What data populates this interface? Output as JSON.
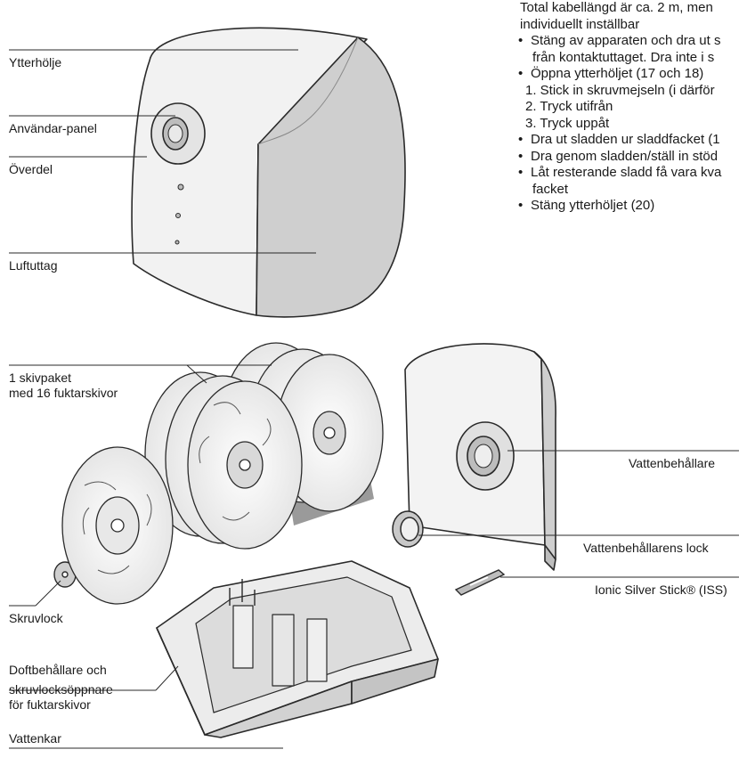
{
  "instructions": {
    "lines": [
      "Total kabellängd är ca. 2 m, men",
      "individuellt inställbar",
      "Stäng av apparaten och dra ut s",
      "från kontaktuttaget. Dra inte i s",
      "Öppna ytterhöljet (17 och 18)",
      "1.  Stick in skruvmejseln (i därför",
      "2.    Tryck   utifrån",
      "3.    Tryck   uppåt",
      "Dra ut sladden ur sladdfacket (1",
      "Dra genom sladden/ställ in stöd",
      "Låt resterande sladd få vara kva",
      "facket",
      "Stäng ytterhöljet (20)"
    ]
  },
  "labels": {
    "ytterholje": "Ytterhölje",
    "anvandar_panel": "Användar-panel",
    "overdel": "Överdel",
    "luftuttag": "Luftuttag",
    "skivpaket_1": "1 skivpaket",
    "skivpaket_2": "med 16 fuktarskivor",
    "vattenbehallare": "Vattenbehållare",
    "vattenbehallarens_lock": "Vattenbehållarens lock",
    "skruvlock": "Skruvlock",
    "ionic_silver_stick": "Ionic Silver Stick® (ISS)",
    "doft_1": "Doftbehållare och",
    "doft_2": "skruvlocksöppnare",
    "doft_3": "för fuktarskivor",
    "vattenkar": "Vattenkar"
  },
  "colors": {
    "outline": "#2a2a2a",
    "housing_front": "#f4f4f4",
    "housing_side": "#d6d6d6",
    "shade": "#bdbdbd"
  }
}
